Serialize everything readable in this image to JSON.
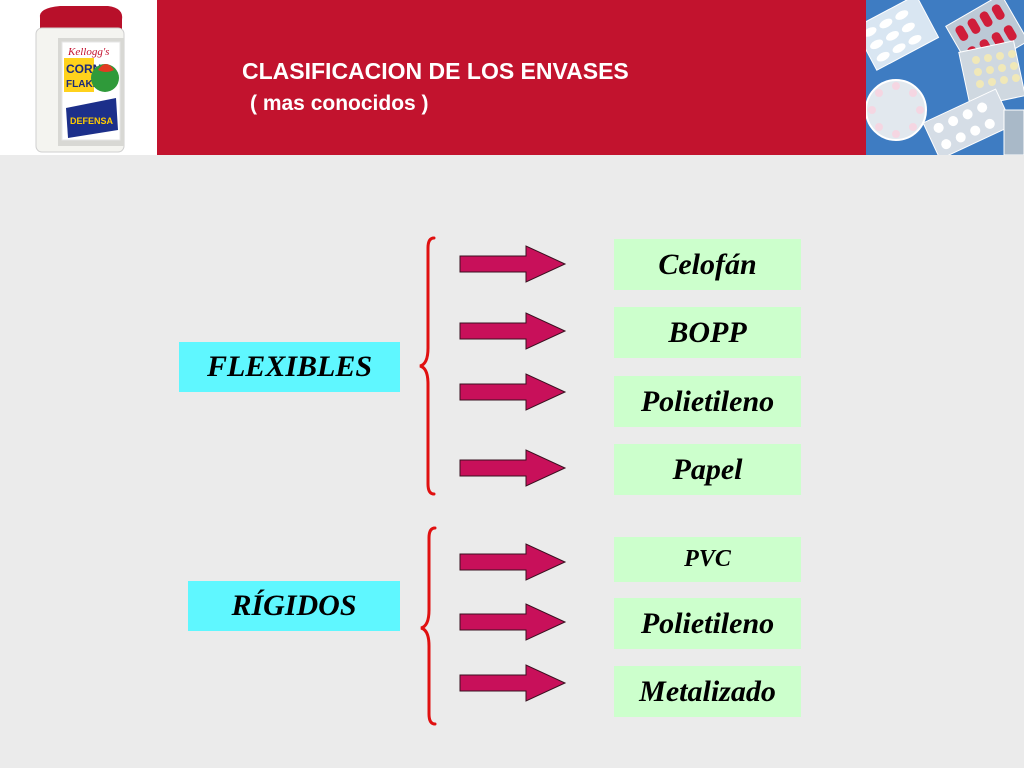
{
  "header": {
    "title": "CLASIFICACION DE LOS ENVASES",
    "subtitle": "( mas conocidos )",
    "left_image": "cereal-box-image",
    "right_image": "pill-blister-packs-image",
    "left_image_text": [
      "Kellogg's",
      "CORN",
      "FLAKES",
      "DEFENSA"
    ]
  },
  "colors": {
    "header_red": "#c2132e",
    "category_fill": "#5ff7ff",
    "material_fill": "#ccffcc",
    "arrow_fill": "#c8105a",
    "brace_color": "#e01010",
    "background": "#ebebeb"
  },
  "groups": [
    {
      "category": "FLEXIBLES",
      "materials": [
        "Celofán",
        "BOPP",
        "Polietileno",
        "Papel"
      ]
    },
    {
      "category": "RÍGIDOS",
      "materials": [
        "PVC",
        "Polietileno",
        "Metalizado"
      ]
    }
  ]
}
